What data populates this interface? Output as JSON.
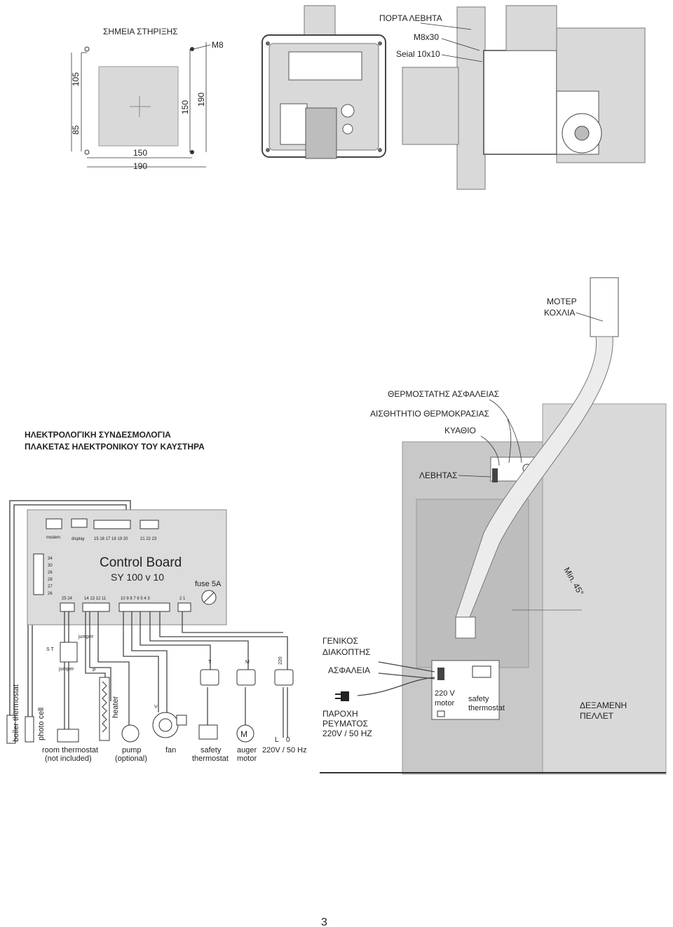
{
  "mount": {
    "title": "ΣΗΜΕΙΑ ΣΤΗΡΙΞΗΣ",
    "bolt": "M8",
    "dim_105": "105",
    "dim_85": "85",
    "dim_150_v": "150",
    "dim_190_v": "190",
    "dim_150_h": "150",
    "dim_190_h": "190"
  },
  "door": {
    "door_label": "ΠΟΡΤΑ ΛΕΒΗΤΑ",
    "bolt_label": "M8x30",
    "seal_label": "Seial 10x10"
  },
  "top_right": {
    "motor_label_1": "ΜΟΤΕΡ",
    "motor_label_2": "ΚΟΧΛΙΑ",
    "safety_thermostat": "ΘΕΡΜΟΣΤΑΤΗΣ ΑΣΦΑΛΕΙΑΣ",
    "temp_sensor": "ΑΙΣΘΗΤΗΤΙΟ ΘΕΡΜΟΚΡΑΣΙΑΣ",
    "well": "ΚΥΑΘΙΟ",
    "boiler": "ΛΕΒΗΤΑΣ",
    "angle": "Min. 45°"
  },
  "wiring_title": {
    "line1": "ΗΛΕΚΤΡΟΛΟΓΙΚΗ ΣΥΝΔΕΣΜΟΛΟΓΙΑ",
    "line2": "ΠΛΑΚΕΤΑΣ ΗΛΕΚΤΡΟΝΙΚΟΥ ΤΟΥ ΚΑΥΣΤΗΡΑ"
  },
  "board": {
    "title": "Control Board",
    "model": "SY 100 v 10",
    "fuse": "fuse 5A",
    "modem": "modem",
    "display": "display",
    "top_terminals": "15 16 17 18 19 20",
    "top_terminals_2": "21 22 23",
    "left_terminals": [
      "34",
      "30",
      "26",
      "28",
      "27",
      "26"
    ],
    "bottom_terminals_1": "25 24",
    "bottom_terminals_2": "14 13 12 11",
    "bottom_terminals_3": "10 9 8 7 6 5 4 3",
    "bottom_terminals_4": "2 1"
  },
  "components": {
    "jumper_top": "jumper",
    "jumper_bottom": "jumper",
    "st": "S T",
    "boiler_thermostat": "boiler thermostat",
    "photo_cell": "photo cell",
    "heater": "heater",
    "room_thermostat_1": "room thermostat",
    "room_thermostat_2": "(not included)",
    "pump_1": "pump",
    "pump_2": "(optional)",
    "fan": "fan",
    "safety_1": "safety",
    "safety_2": "thermostat",
    "auger_1": "auger",
    "auger_2": "motor",
    "supply": "220V / 50 Hz",
    "plug_t": "T",
    "plug_m": "M",
    "plug_220": "220",
    "v_label": "V",
    "p_label": "P",
    "l_label": "L",
    "o_label": "0"
  },
  "right_bottom": {
    "main_switch_1": "ΓΕΝΙΚΟΣ",
    "main_switch_2": "ΔΙΑΚΟΠΤΗΣ",
    "fuse": "ΑΣΦΑΛΕΙΑ",
    "power_1": "ΠΑΡΟΧΗ",
    "power_2": "ΡΕΥΜΑΤΟΣ",
    "power_3": "220V / 50 HZ",
    "motor_220_1": "220 V",
    "motor_220_2": "motor",
    "safety_1": "safety",
    "safety_2": "thermostat",
    "tank_1": "ΔΕΞΑΜΕΝΗ",
    "tank_2": "ΠΕΛΛΕΤ"
  },
  "page_number": "3"
}
